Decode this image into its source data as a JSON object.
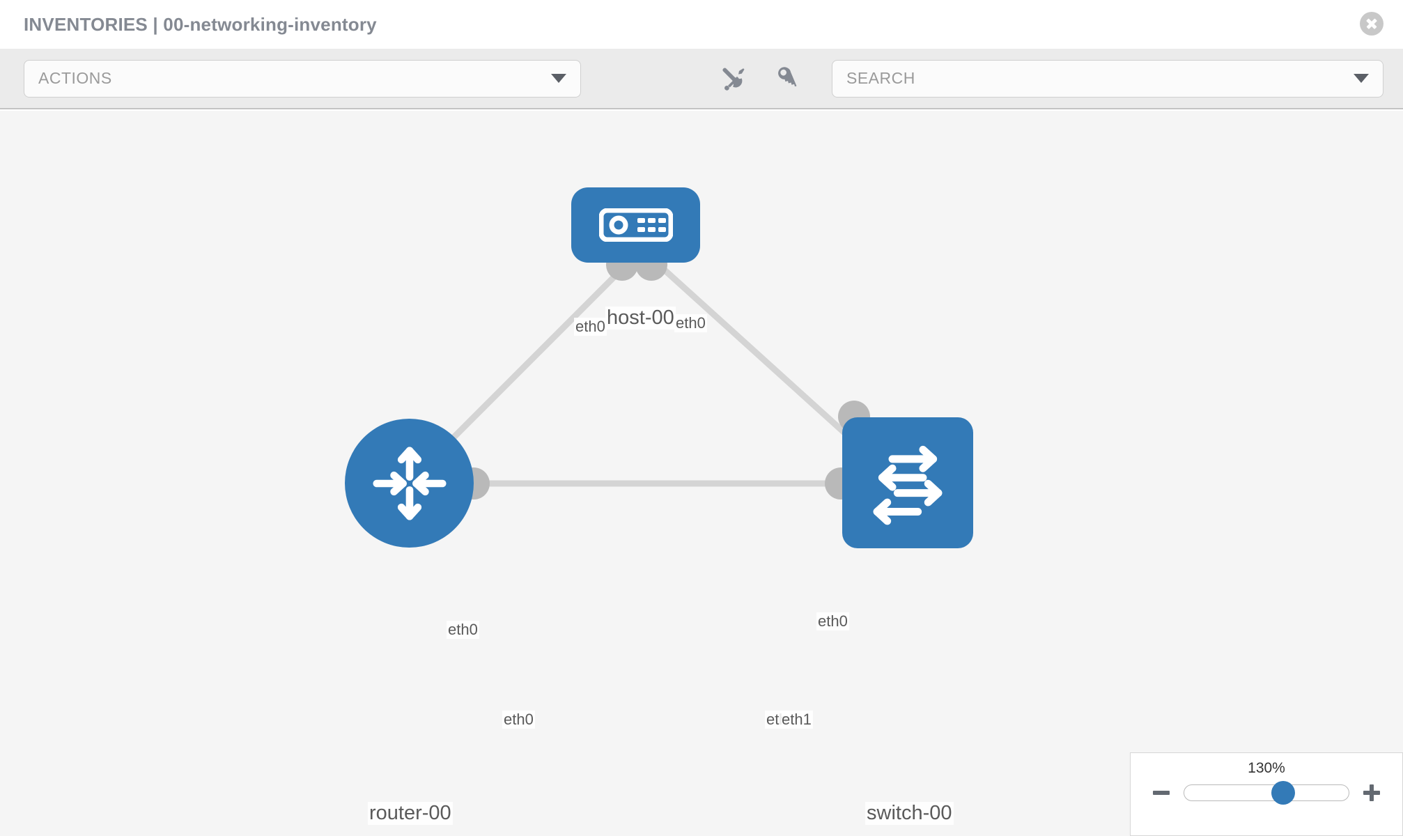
{
  "header": {
    "title": "INVENTORIES | 00-networking-inventory",
    "close_icon": "close-circle-icon"
  },
  "toolbar": {
    "actions_label": "ACTIONS",
    "actions_caret_icon": "chevron-down-icon",
    "wrench_icon": "wrench-icon",
    "key_icon": "key-icon",
    "search_placeholder": "SEARCH",
    "search_value": "SEARCH",
    "search_caret_icon": "chevron-down-icon"
  },
  "topology": {
    "background_color": "#f5f5f5",
    "node_color": "#337ab7",
    "port_color": "#b9b9b9",
    "link_color": "#d4d4d4",
    "nodes": [
      {
        "id": "host-00",
        "label": "host-00",
        "type": "host",
        "icon": "server-appliance-icon"
      },
      {
        "id": "router-00",
        "label": "router-00",
        "type": "router",
        "icon": "router-arrows-icon"
      },
      {
        "id": "switch-00",
        "label": "switch-00",
        "type": "switch",
        "icon": "switch-arrows-icon"
      }
    ],
    "links": [
      {
        "from": "host-00",
        "to": "router-00",
        "from_port": "eth0",
        "to_port": "eth0"
      },
      {
        "from": "host-00",
        "to": "switch-00",
        "from_port": "eth0",
        "to_port": "eth0"
      },
      {
        "from": "router-00",
        "to": "switch-00",
        "from_port": "eth0",
        "to_port": "eth1"
      }
    ],
    "port_labels": {
      "host_left": "eth0",
      "host_right": "eth0",
      "router_up": "eth0",
      "switch_up": "eth0",
      "router_right": "eth0",
      "switch_left_a": "eth",
      "switch_left_b": "eth1"
    }
  },
  "zoom_control": {
    "level": "130%",
    "minus_icon": "minus-icon",
    "plus_icon": "plus-icon",
    "thumb_position_pct": 60
  }
}
